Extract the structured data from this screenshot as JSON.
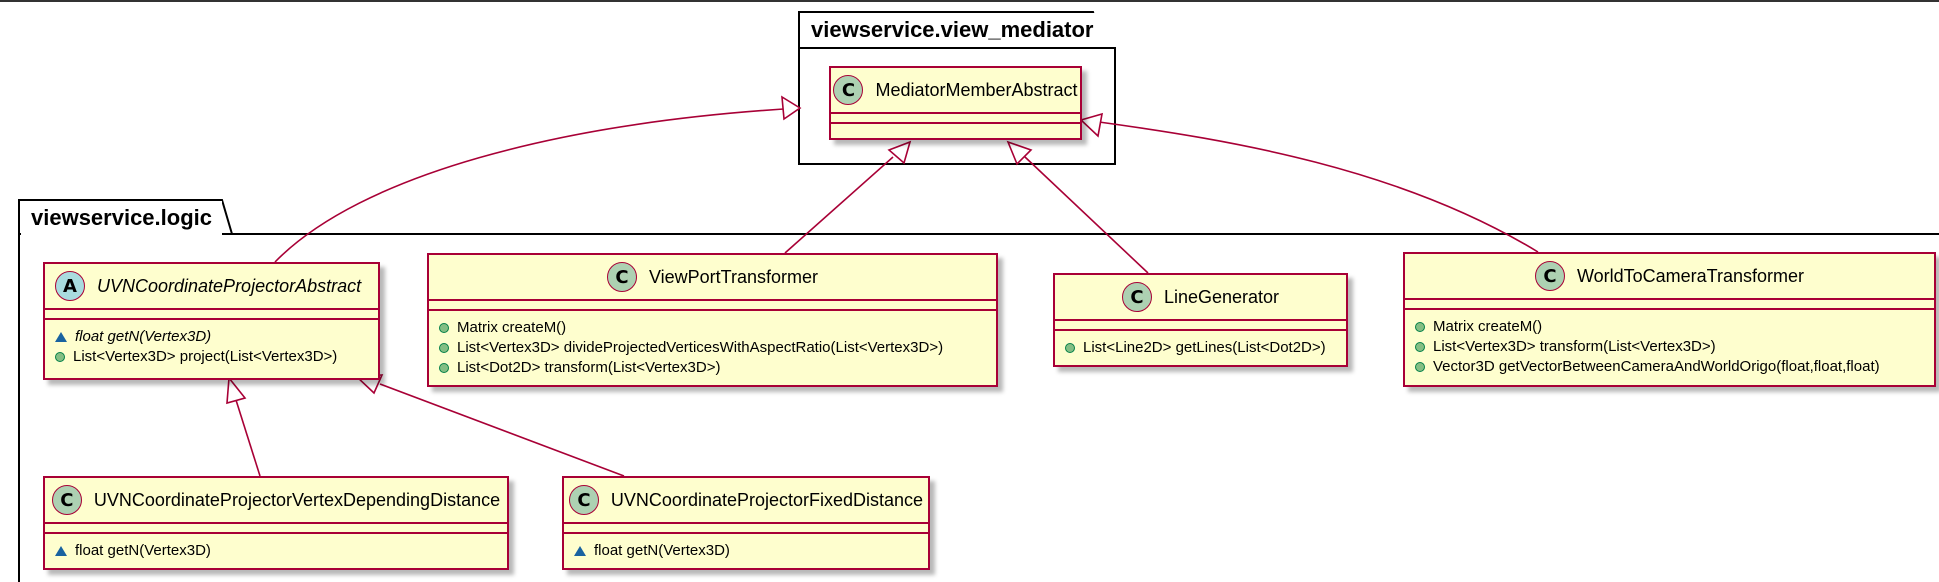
{
  "colors": {
    "class_fill": "#fefece",
    "class_border": "#a80036",
    "class_icon_fill": "#add1b2",
    "abstract_icon_fill": "#a9dcdf",
    "public_marker": "#84be84",
    "package_marker": "#1963a0",
    "edge": "#a80036"
  },
  "packages": {
    "view_mediator": "viewservice.view_mediator",
    "logic": "viewservice.logic"
  },
  "classes": {
    "mediator": {
      "stereotype": "C",
      "name": "MediatorMemberAbstract",
      "methods": []
    },
    "uvn_abstract": {
      "stereotype": "A",
      "name": "UVNCoordinateProjectorAbstract",
      "methods": [
        {
          "visibility": "package",
          "text": "float getN(Vertex3D)",
          "abstract": true
        },
        {
          "visibility": "public",
          "text": "List<Vertex3D> project(List<Vertex3D>)",
          "abstract": false
        }
      ]
    },
    "viewport": {
      "stereotype": "C",
      "name": "ViewPortTransformer",
      "methods": [
        {
          "visibility": "public",
          "text": "Matrix createM()"
        },
        {
          "visibility": "public",
          "text": "List<Vertex3D> divideProjectedVerticesWithAspectRatio(List<Vertex3D>)"
        },
        {
          "visibility": "public",
          "text": "List<Dot2D> transform(List<Vertex3D>)"
        }
      ]
    },
    "linegen": {
      "stereotype": "C",
      "name": "LineGenerator",
      "methods": [
        {
          "visibility": "public",
          "text": "List<Line2D> getLines(List<Dot2D>)"
        }
      ]
    },
    "world": {
      "stereotype": "C",
      "name": "WorldToCameraTransformer",
      "methods": [
        {
          "visibility": "public",
          "text": "Matrix createM()"
        },
        {
          "visibility": "public",
          "text": "List<Vertex3D> transform(List<Vertex3D>)"
        },
        {
          "visibility": "public",
          "text": "Vector3D getVectorBetweenCameraAndWorldOrigo(float,float,float)"
        }
      ]
    },
    "uvn_vertex": {
      "stereotype": "C",
      "name": "UVNCoordinateProjectorVertexDependingDistance",
      "methods": [
        {
          "visibility": "package",
          "text": "float getN(Vertex3D)"
        }
      ]
    },
    "uvn_fixed": {
      "stereotype": "C",
      "name": "UVNCoordinateProjectorFixedDistance",
      "methods": [
        {
          "visibility": "package",
          "text": "float getN(Vertex3D)"
        }
      ]
    }
  },
  "relations": [
    {
      "from": "UVNCoordinateProjectorAbstract",
      "to": "MediatorMemberAbstract",
      "type": "extends"
    },
    {
      "from": "ViewPortTransformer",
      "to": "MediatorMemberAbstract",
      "type": "extends"
    },
    {
      "from": "LineGenerator",
      "to": "MediatorMemberAbstract",
      "type": "extends"
    },
    {
      "from": "WorldToCameraTransformer",
      "to": "MediatorMemberAbstract",
      "type": "extends"
    },
    {
      "from": "UVNCoordinateProjectorVertexDependingDistance",
      "to": "UVNCoordinateProjectorAbstract",
      "type": "extends"
    },
    {
      "from": "UVNCoordinateProjectorFixedDistance",
      "to": "UVNCoordinateProjectorAbstract",
      "type": "extends"
    }
  ]
}
